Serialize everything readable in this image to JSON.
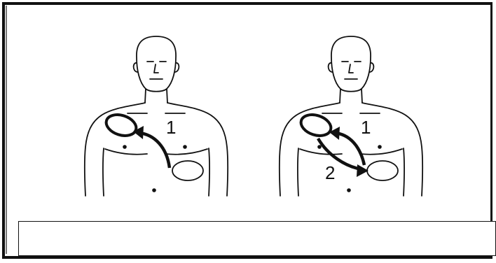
{
  "figure_left": {
    "step_labels": [
      "1"
    ]
  },
  "figure_right": {
    "step_labels": [
      "1",
      "2"
    ]
  },
  "caption": ""
}
